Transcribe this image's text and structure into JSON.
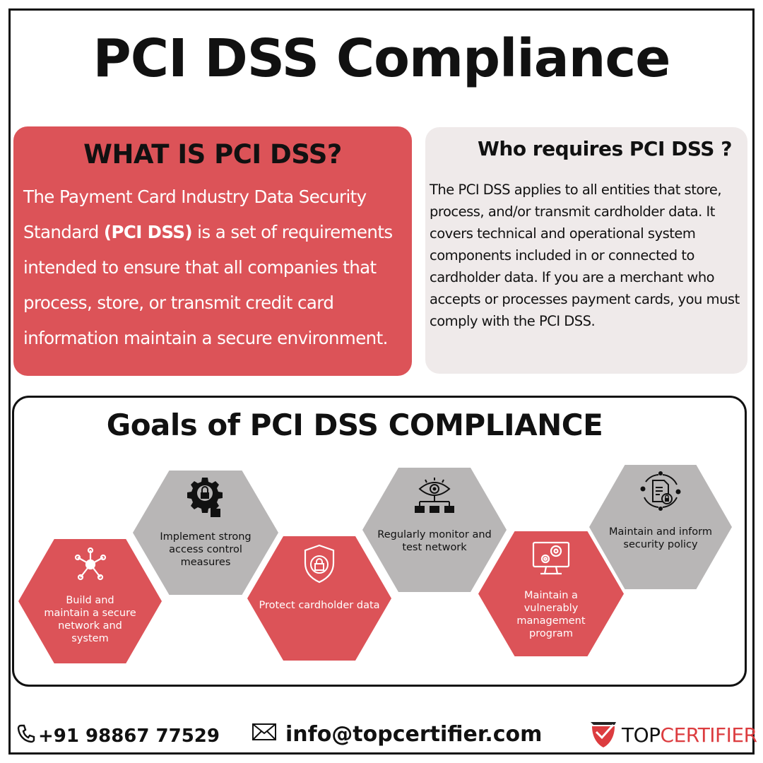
{
  "title": "PCI DSS Compliance",
  "what": {
    "heading": "WHAT IS PCI DSS?",
    "text_before": "The Payment Card Industry Data Security Standard ",
    "text_bold": "(PCI DSS)",
    "text_after": " is a set of requirements intended to ensure that all companies that process, store, or transmit credit card information maintain a secure environment."
  },
  "who": {
    "heading": "Who requires PCI DSS ?",
    "text": "The PCI DSS applies to all entities that store, process, and/or transmit cardholder data. It covers technical and operational system components included in or connected to cardholder data. If you are a merchant who accepts or processes payment cards, you must comply with the PCI DSS."
  },
  "goals": {
    "heading": "Goals of PCI DSS COMPLIANCE",
    "items": [
      {
        "label": "Build and maintain a secure network and system",
        "icon": "network-icon",
        "color": "red"
      },
      {
        "label": "Implement strong access control measures",
        "icon": "access-control-icon",
        "color": "grey"
      },
      {
        "label": "Protect cardholder data",
        "icon": "shield-lock-icon",
        "color": "red"
      },
      {
        "label": "Regularly monitor and test network",
        "icon": "monitor-eye-icon",
        "color": "grey"
      },
      {
        "label": "Maintain a vulnerably management program",
        "icon": "computer-gears-icon",
        "color": "red"
      },
      {
        "label": "Maintain and inform security policy",
        "icon": "policy-document-icon",
        "color": "grey"
      }
    ]
  },
  "footer": {
    "phone": "+91 98867 77529",
    "email": "info@topcertifier.com",
    "logo_top": "TOP",
    "logo_cert": "CERTIFIER"
  },
  "colors": {
    "accent_red": "#dc5358",
    "grey_hex": "#b8b6b6",
    "light_panel": "#efeaea",
    "logo_red": "#dc3c3f"
  }
}
